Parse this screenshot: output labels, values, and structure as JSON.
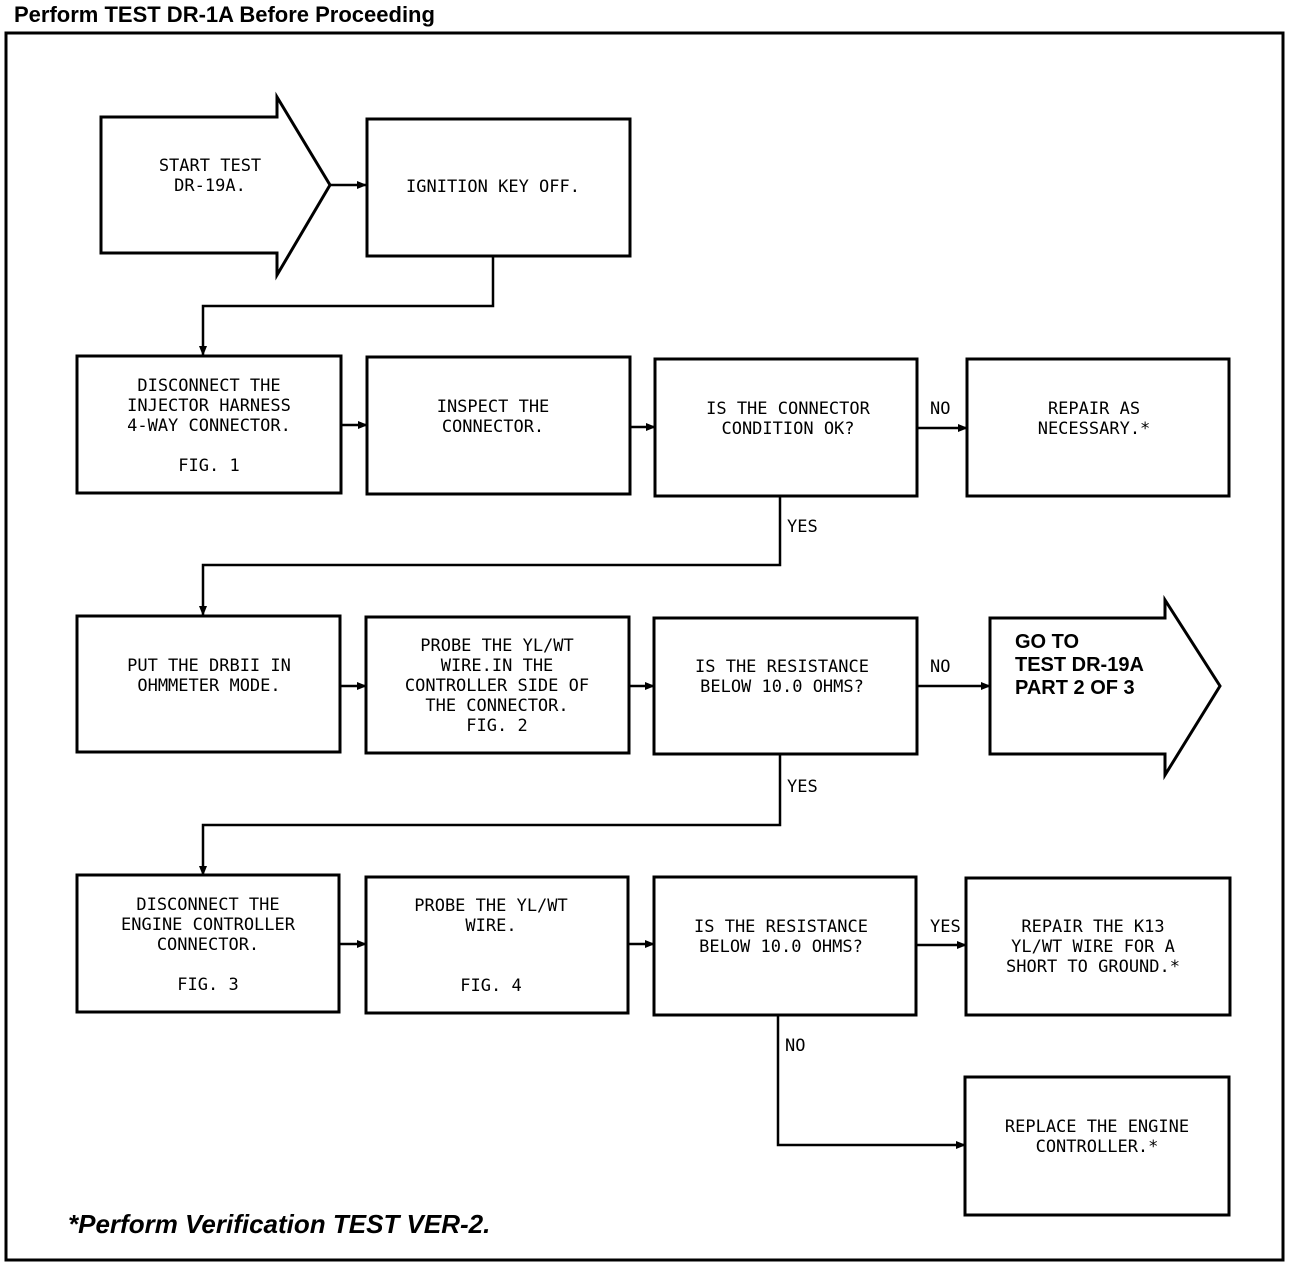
{
  "header": "Perform TEST DR-1A Before Proceeding",
  "footer": "*Perform Verification TEST VER-2.",
  "nodes": {
    "start": [
      "START TEST",
      "DR-19A."
    ],
    "ignition": [
      "IGNITION KEY OFF."
    ],
    "disconnect_injector": [
      "DISCONNECT THE",
      "INJECTOR HARNESS",
      "4-WAY CONNECTOR.",
      "",
      "FIG. 1"
    ],
    "inspect": [
      "INSPECT THE",
      "CONNECTOR."
    ],
    "connector_ok": [
      "IS THE CONNECTOR",
      "CONDITION OK?"
    ],
    "repair_necessary": [
      "REPAIR AS",
      "NECESSARY.*"
    ],
    "put_drbii": [
      "PUT THE DRBII IN",
      "OHMMETER MODE."
    ],
    "probe_controller_side": [
      "PROBE THE YL/WT",
      "WIRE.IN THE",
      "CONTROLLER SIDE OF",
      "THE CONNECTOR.",
      "FIG. 2"
    ],
    "resistance_1": [
      "IS THE RESISTANCE",
      "BELOW 10.0 OHMS?"
    ],
    "goto_part2": [
      "GO TO",
      "TEST DR-19A",
      "PART 2 OF 3"
    ],
    "disconnect_engine": [
      "DISCONNECT THE",
      "ENGINE CONTROLLER",
      "CONNECTOR.",
      "",
      "FIG. 3"
    ],
    "probe_wire": [
      "PROBE THE YL/WT",
      "WIRE.",
      "",
      "",
      "FIG. 4"
    ],
    "resistance_2": [
      "IS THE RESISTANCE",
      "BELOW 10.0 OHMS?"
    ],
    "repair_k13": [
      "REPAIR THE K13",
      "YL/WT WIRE FOR A",
      "SHORT TO GROUND.*"
    ],
    "replace_controller": [
      "REPLACE THE ENGINE",
      "CONTROLLER.*"
    ]
  },
  "edge_labels": {
    "ok_no": "NO",
    "ok_yes": "YES",
    "res1_no": "NO",
    "res1_yes": "YES",
    "res2_yes": "YES",
    "res2_no": "NO"
  }
}
